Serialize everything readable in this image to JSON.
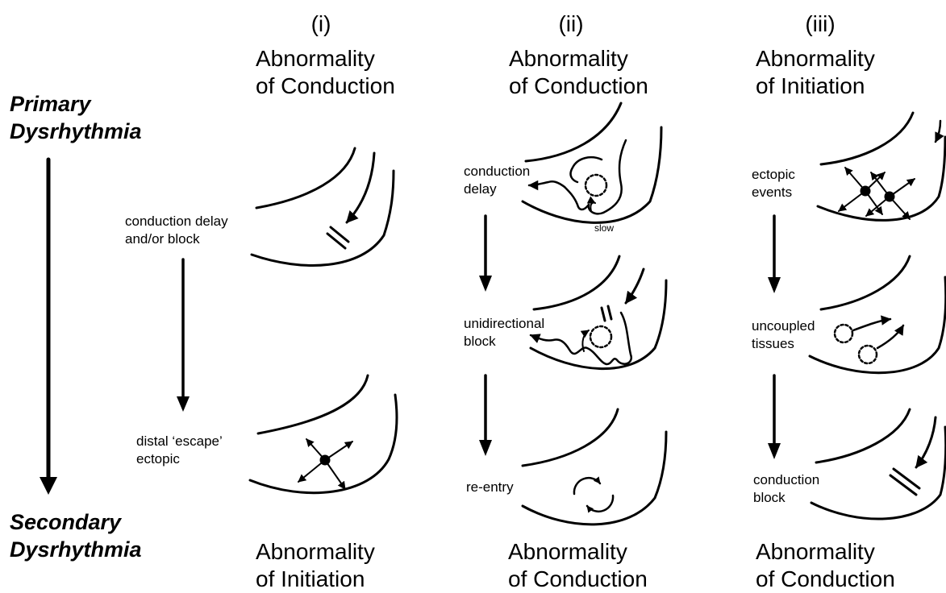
{
  "left": {
    "primary": [
      "Primary",
      "Dysrhythmia"
    ],
    "secondary": [
      "Secondary",
      "Dysrhythmia"
    ]
  },
  "columns": [
    {
      "numeral": "(i)",
      "top": [
        "Abnormality",
        "of Conduction"
      ],
      "bottom": [
        "Abnormality",
        "of Initiation"
      ],
      "labels": {
        "first": [
          "conduction delay",
          "and/or block"
        ],
        "second": [
          "distal ‘escape’",
          "ectopic"
        ]
      }
    },
    {
      "numeral": "(ii)",
      "top": [
        "Abnormality",
        "of Conduction"
      ],
      "bottom": [
        "Abnormality",
        "of Conduction"
      ],
      "labels": {
        "first": [
          "conduction",
          "delay"
        ],
        "slow": "slow",
        "second": [
          "unidirectional",
          "block"
        ],
        "third": "re-entry"
      }
    },
    {
      "numeral": "(iii)",
      "top": [
        "Abnormality",
        "of Initiation"
      ],
      "bottom": [
        "Abnormality",
        "of Conduction"
      ],
      "labels": {
        "first": [
          "ectopic",
          "events"
        ],
        "second": [
          "uncoupled",
          "tissues"
        ],
        "third": [
          "conduction",
          "block"
        ]
      }
    }
  ]
}
